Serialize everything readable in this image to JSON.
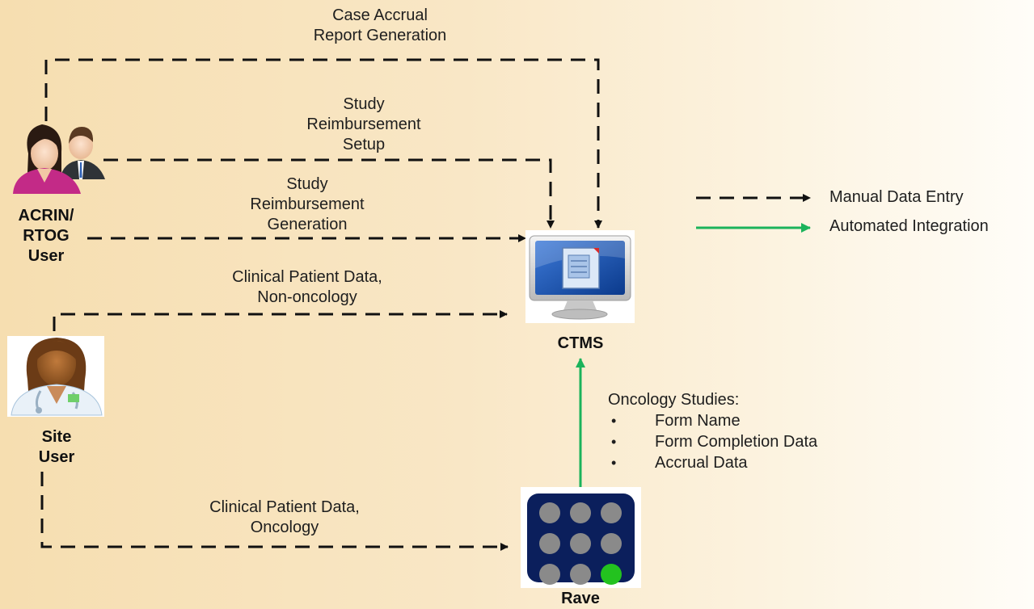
{
  "nodes": {
    "acrin_user": {
      "label": [
        "ACRIN/",
        "RTOG",
        "User"
      ]
    },
    "site_user": {
      "label": [
        "Site",
        "User"
      ]
    },
    "ctms": {
      "label": "CTMS"
    },
    "rave": {
      "label": "Rave"
    }
  },
  "edges": {
    "case_accrual": [
      "Case Accrual",
      "Report Generation"
    ],
    "reimb_setup": [
      "Study",
      "Reimbursement",
      "Setup"
    ],
    "reimb_generation": [
      "Study",
      "Reimbursement",
      "Generation"
    ],
    "clinical_nononc": [
      "Clinical Patient Data,",
      "Non-oncology"
    ],
    "clinical_onc": [
      "Clinical Patient Data,",
      "Oncology"
    ]
  },
  "oncology_studies": {
    "heading": "Oncology Studies:",
    "items": [
      "Form  Name",
      "Form Completion Data",
      "Accrual Data"
    ]
  },
  "legend": {
    "manual": "Manual Data Entry",
    "automated": "Automated Integration"
  },
  "colors": {
    "dashed_arrow": "#111111",
    "automated_arrow": "#1bb35b",
    "rave_tile": "#0b1f5c",
    "rave_dot_gray": "#8a8a8a",
    "rave_dot_green": "#23c21f"
  }
}
